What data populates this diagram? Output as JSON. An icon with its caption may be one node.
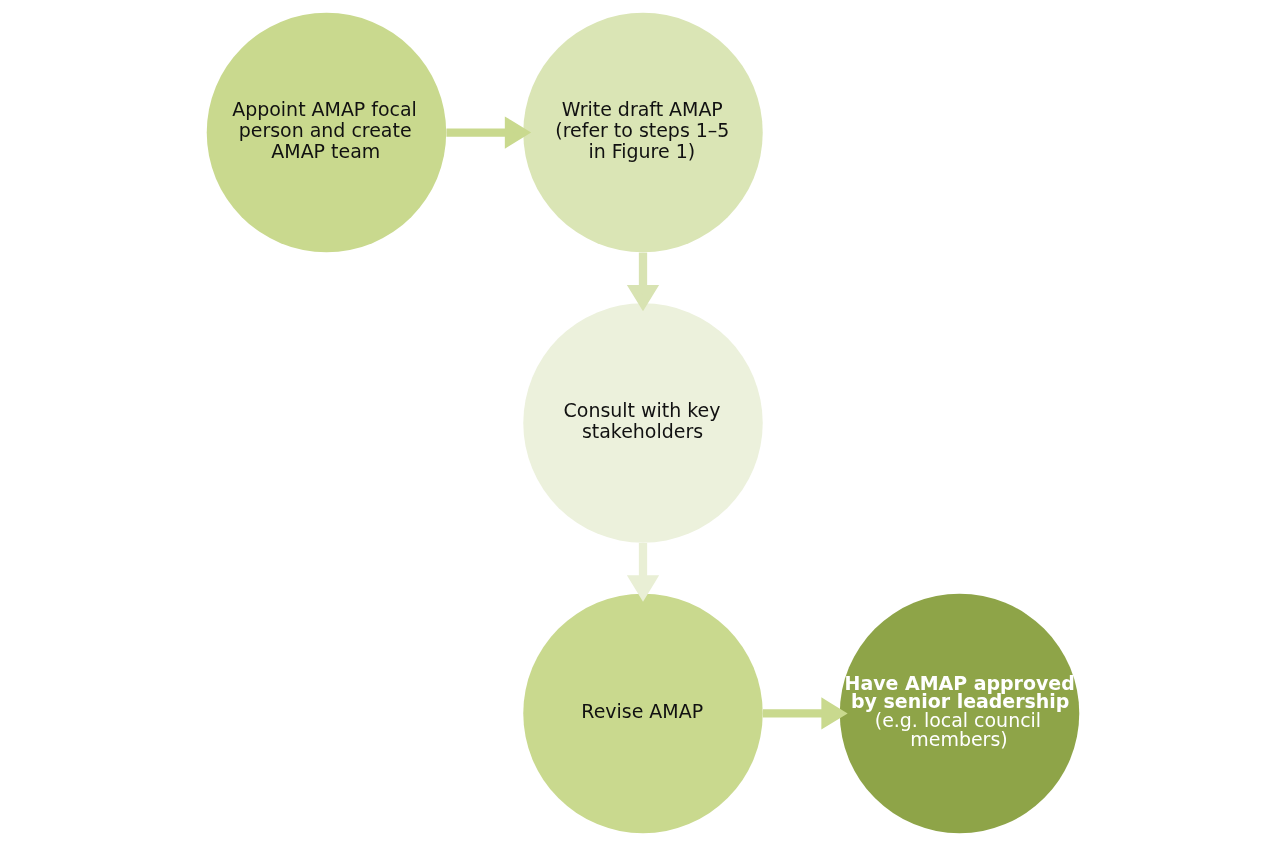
{
  "diagram": {
    "nodes": [
      {
        "text": [
          "Appoint AMAP focal person and create AMAP team"
        ]
      },
      {
        "text": [
          "Write draft AMAP",
          "(refer to steps 1–5 in Figure 1)"
        ]
      },
      {
        "text": [
          "Consult with key stakeholders"
        ]
      },
      {
        "text": [
          "Revise AMAP"
        ]
      },
      {
        "text": [
          "Have AMAP approved by senior leadership",
          "(e.g. local council members)"
        ]
      }
    ],
    "edges": [
      {
        "from": 0,
        "to": 1,
        "arrow": "to",
        "color": "#c9d98e"
      },
      {
        "from": 1,
        "to": 2,
        "arrow": "to",
        "color": "#d8e3b2"
      },
      {
        "from": 2,
        "to": 3,
        "arrow": "to",
        "color": "#e9efd5"
      },
      {
        "from": 3,
        "to": 4,
        "arrow": "to",
        "color": "#c9d98e"
      }
    ]
  }
}
